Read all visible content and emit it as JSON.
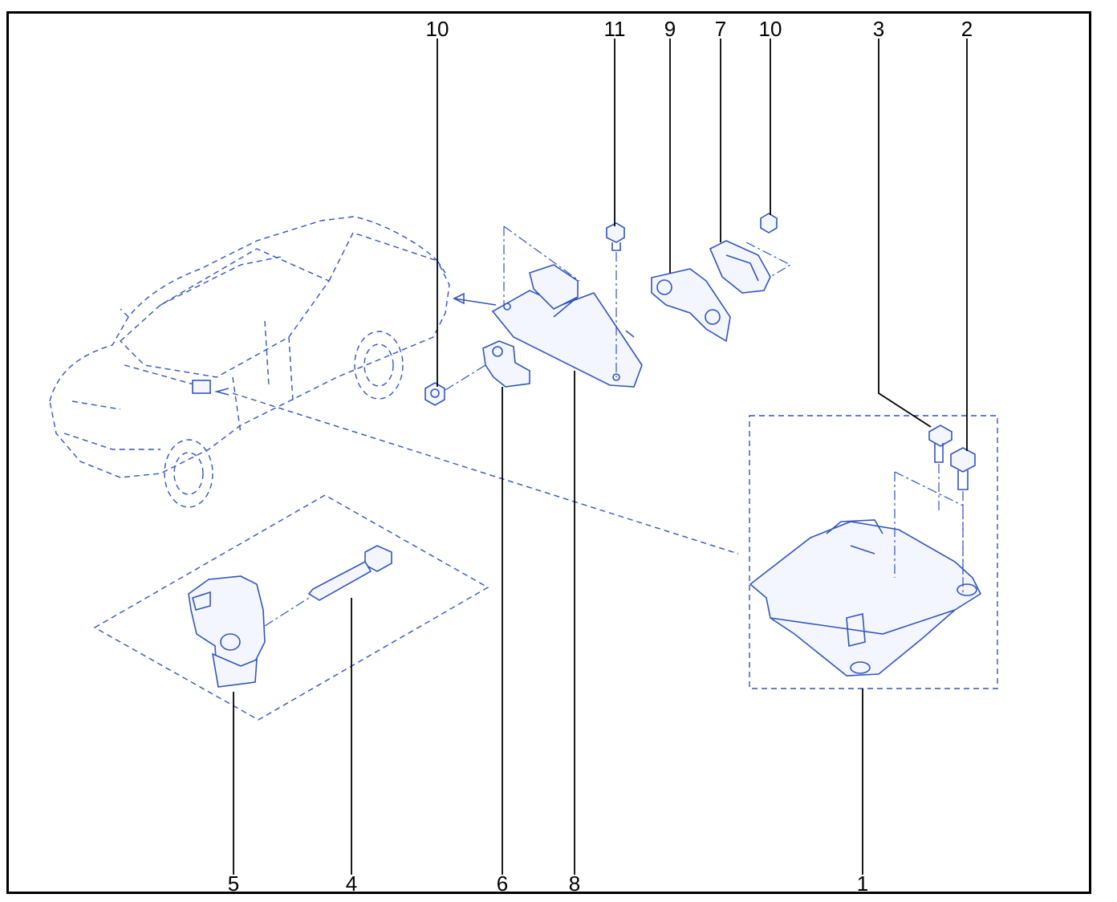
{
  "diagram": {
    "callouts": [
      {
        "id": "c1",
        "label": "1"
      },
      {
        "id": "c2",
        "label": "2"
      },
      {
        "id": "c3",
        "label": "3"
      },
      {
        "id": "c4",
        "label": "4"
      },
      {
        "id": "c5",
        "label": "5"
      },
      {
        "id": "c6",
        "label": "6"
      },
      {
        "id": "c7",
        "label": "7"
      },
      {
        "id": "c8",
        "label": "8"
      },
      {
        "id": "c9",
        "label": "9"
      },
      {
        "id": "c10a",
        "label": "10"
      },
      {
        "id": "c10b",
        "label": "10"
      },
      {
        "id": "c11",
        "label": "11"
      }
    ],
    "colors": {
      "line_art": "#3355bb",
      "labels": "#000000",
      "frame": "#000000"
    }
  }
}
